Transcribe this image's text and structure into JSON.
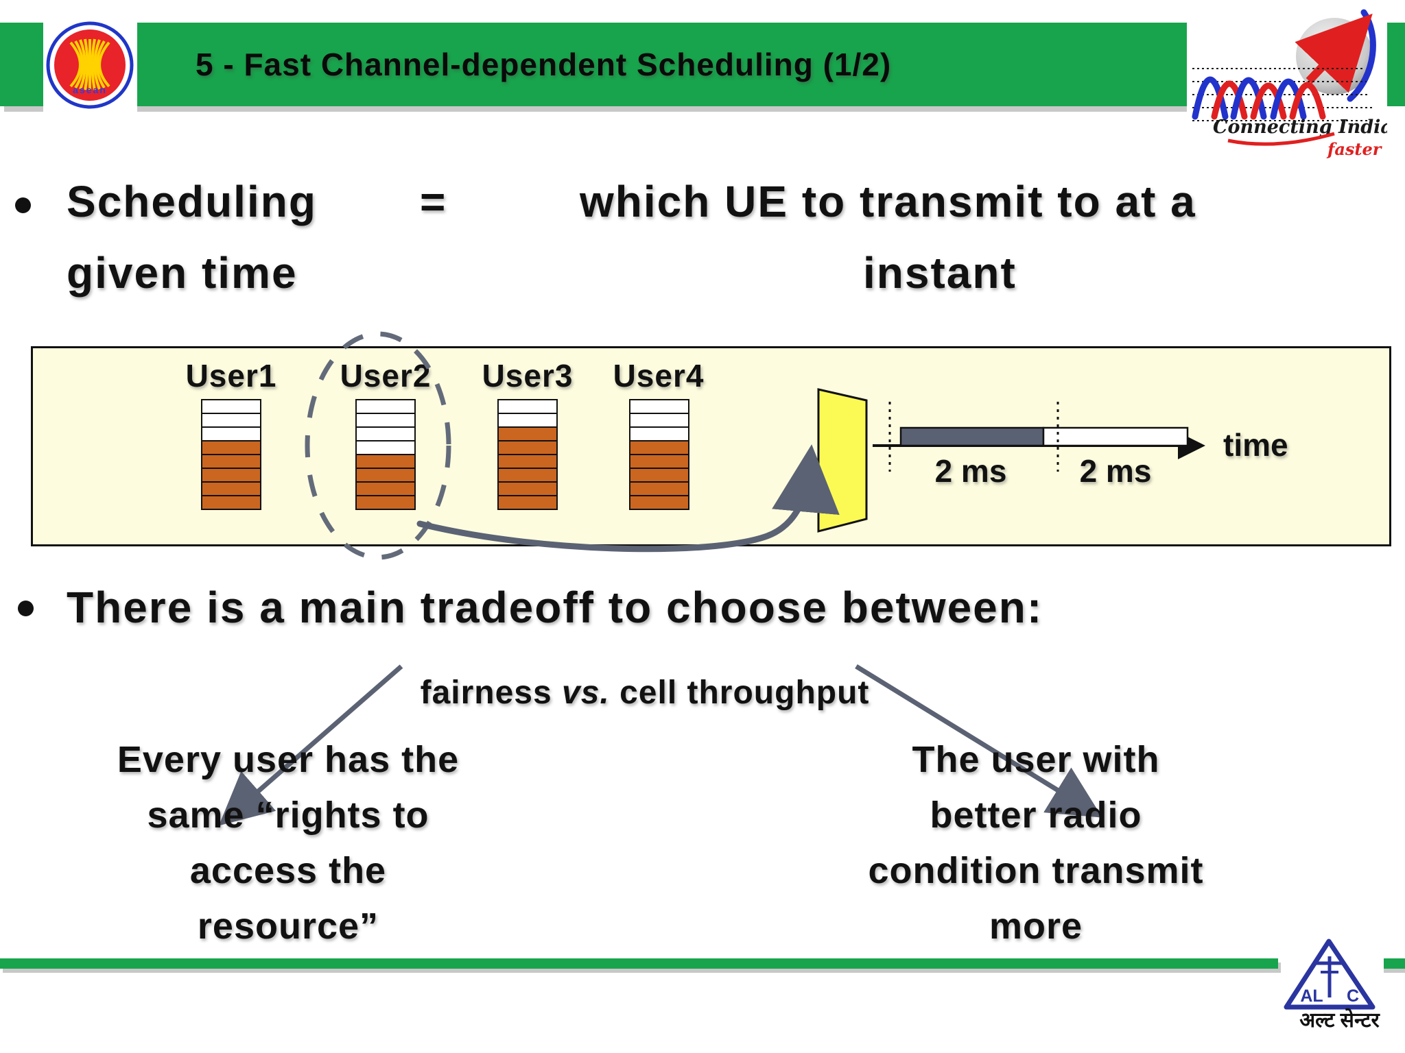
{
  "header": {
    "title": "5 - Fast Channel-dependent Scheduling (1/2)"
  },
  "logos": {
    "asean": {
      "text": "asean"
    },
    "bsnl": {
      "tagline": "Connecting India",
      "tagline2": "faster"
    },
    "alttc": {
      "left": "AL",
      "right": "C",
      "hindi": "अल्ट सेन्टर"
    }
  },
  "bullet1": {
    "term": "Scheduling",
    "equals": "=",
    "definition_line1": "which UE to transmit to at a",
    "term_line2": "given time",
    "definition_line2": "instant"
  },
  "diagram": {
    "users": [
      {
        "label": "User1",
        "empty": 3,
        "filled": 5
      },
      {
        "label": "User2",
        "empty": 4,
        "filled": 4,
        "circled": true
      },
      {
        "label": "User3",
        "empty": 2,
        "filled": 6
      },
      {
        "label": "User4",
        "empty": 3,
        "filled": 5
      }
    ],
    "slots": [
      {
        "label": "2 ms",
        "filled": true
      },
      {
        "label": "2 ms",
        "filled": false
      }
    ],
    "time_label": "time",
    "colors": {
      "buffer_fill": "#cb6621",
      "buffer_empty": "#ffffff",
      "panel": "#fbfa55",
      "slot_filled": "#596173",
      "background": "#fdfcdf"
    }
  },
  "bullet2": {
    "heading": "There is a main tradeoff to choose between:",
    "tradeoff": {
      "pre": "fairness ",
      "vs": "vs.",
      "post": " cell throughput"
    },
    "left_option": "Every user has the\nsame “rights to\naccess the\nresource”",
    "right_option": "The user with\nbetter  radio\ncondition transmit\nmore"
  },
  "theme": {
    "green": "#18a44c",
    "arrow_gray": "#5b6273",
    "red": "#e02020",
    "blue": "#2233cc",
    "navy": "#2a35a0"
  }
}
